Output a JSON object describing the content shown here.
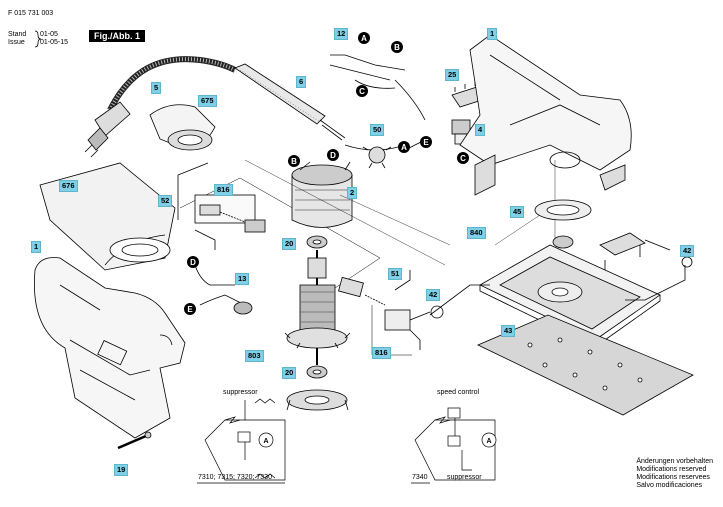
{
  "header": {
    "doc_number": "F 015 731 003",
    "stand_label": "Stand",
    "stand_value": "01-05",
    "issue_label": "Issue",
    "issue_value": "01-05-15",
    "figure_tab": "Fig./Abb. 1"
  },
  "part_numbers": [
    "1",
    "1",
    "2",
    "5",
    "6",
    "12",
    "13",
    "19",
    "20",
    "20",
    "25",
    "4",
    "42",
    "42",
    "43",
    "45",
    "50",
    "51",
    "52",
    "675",
    "676",
    "803",
    "816",
    "816",
    "840"
  ],
  "callouts": [
    "A",
    "A",
    "B",
    "B",
    "C",
    "C",
    "D",
    "D",
    "E",
    "E"
  ],
  "captions": {
    "suppressor_left": "suppressor",
    "models_left": "7310; 7315; 7320; 7330",
    "speed_control": "speed control",
    "model_right": "7340",
    "suppressor_right": "suppressor",
    "motor_symbol": "A"
  },
  "notes": [
    "Änderungen vorbehalten",
    "Modifications reserved",
    "Modifications reservees",
    "Salvo modificaciones"
  ]
}
